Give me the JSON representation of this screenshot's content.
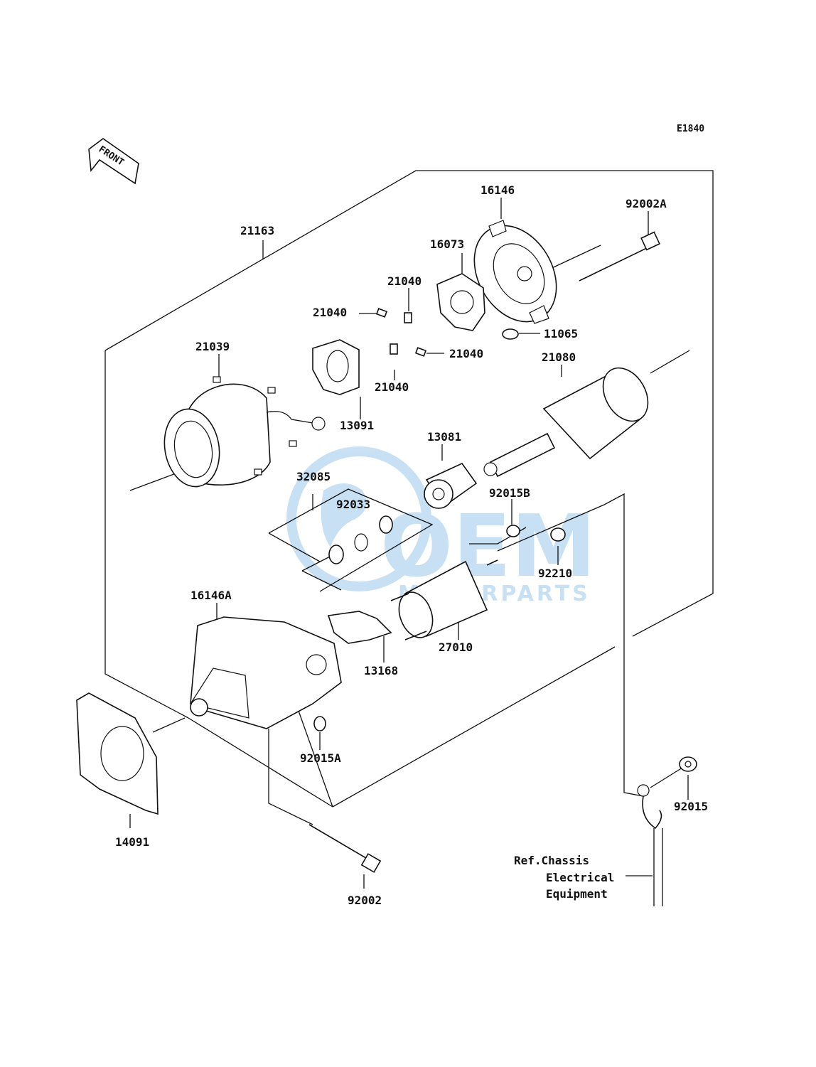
{
  "diagram": {
    "code": "E1840",
    "front_label": "FRONT",
    "watermark": {
      "main": "OEM",
      "sub": "MOTORPARTS"
    },
    "parts": {
      "p21163": "21163",
      "p16146": "16146",
      "p92002A": "92002A",
      "p16073": "16073",
      "p21040a": "21040",
      "p21040b": "21040",
      "p21040c": "21040",
      "p21040d": "21040",
      "p11065": "11065",
      "p21039": "21039",
      "p13091": "13091",
      "p21080": "21080",
      "p13081": "13081",
      "p32085": "32085",
      "p92033": "92033",
      "p92015B": "92015B",
      "p92210": "92210",
      "p16146A": "16146A",
      "p27010": "27010",
      "p13168": "13168",
      "p92015A": "92015A",
      "p14091": "14091",
      "p92002": "92002",
      "p92015": "92015"
    },
    "reference": {
      "line1": "Ref.Chassis",
      "line2": "Electrical",
      "line3": "Equipment"
    }
  },
  "colors": {
    "ink": "#111111",
    "watermark": "#9cc8ea"
  }
}
